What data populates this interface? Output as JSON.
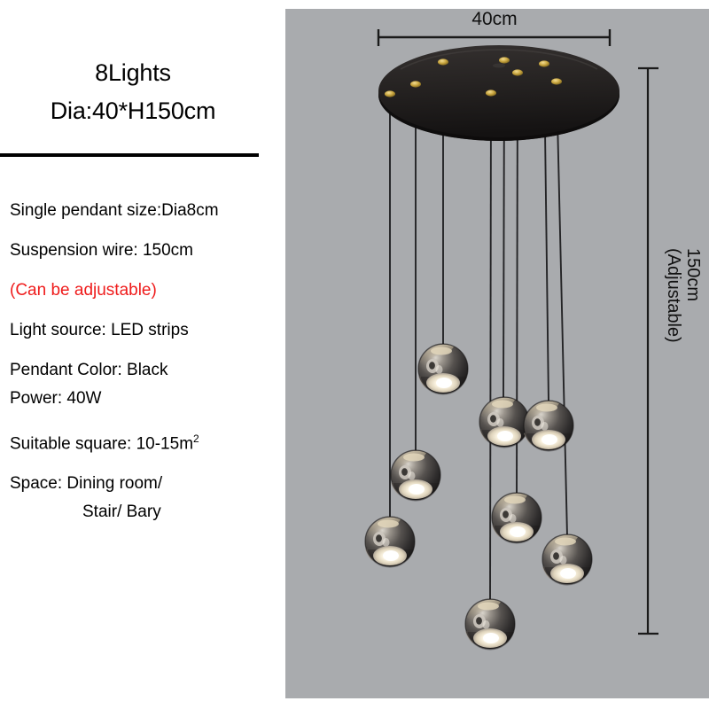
{
  "spec_panel": {
    "title": {
      "line1": "8Lights",
      "line2": "Dia:40*H150cm"
    },
    "rows": [
      {
        "text": "Single pendant size:Dia8cm"
      },
      {
        "text": "Suspension wire: 150cm"
      },
      {
        "text": "(Can be adjustable)"
      },
      {
        "text": "Light source: LED strips"
      },
      {
        "text": "Pendant Color: Black"
      },
      {
        "text": "Power: 40W"
      },
      {
        "text": "Suitable square: 10-15m"
      },
      {
        "text": "Space: Dining room/"
      },
      {
        "text": "Stair/ Bary"
      }
    ],
    "superscript": "2",
    "accent_red": "#ef1c1c",
    "text_color": "#000000"
  },
  "image_panel": {
    "background_color": "#a9abae",
    "dimension_width": "40cm",
    "dimension_height_value": "150cm",
    "dimension_height_note": "(Adjustable)",
    "canopy_color": "#231f20",
    "connector_color": "#c9a227",
    "wire_color": "#2a2a2c",
    "ball_count": 8
  }
}
